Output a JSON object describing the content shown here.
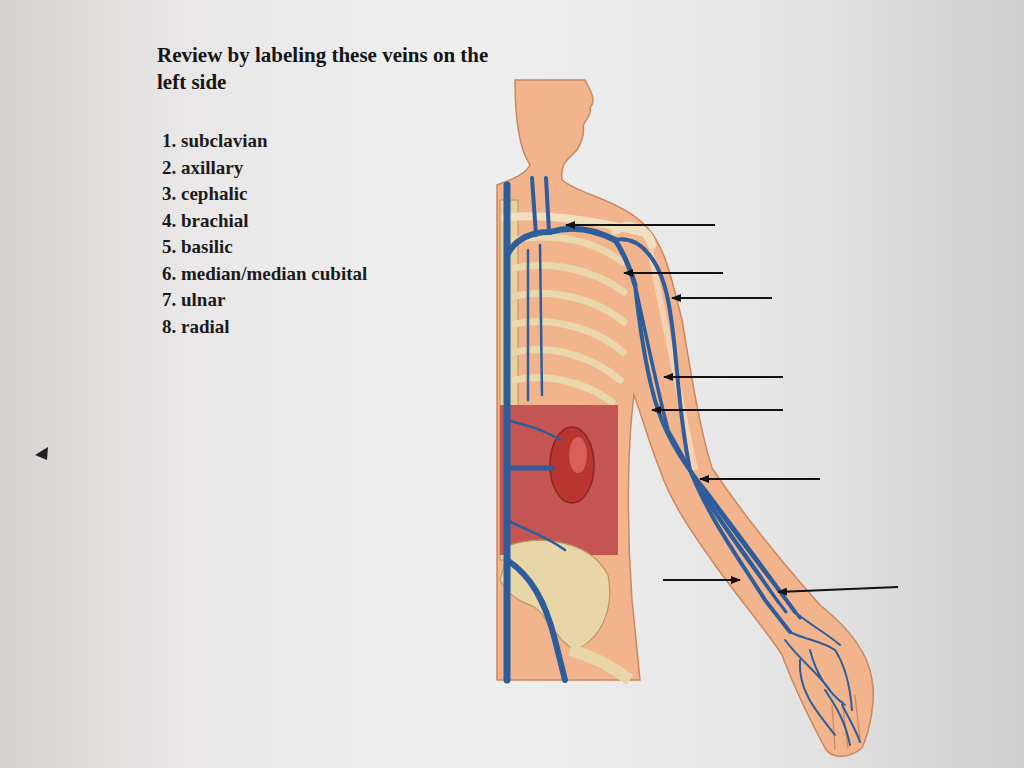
{
  "diagram": {
    "title": "Review by labeling these veins on the left side",
    "labels": [
      "1. subclavian",
      "2. axillary",
      "3. cephalic",
      "4. brachial",
      "5. basilic",
      "6. median/median cubital",
      "7. ulnar",
      "8. radial"
    ]
  }
}
